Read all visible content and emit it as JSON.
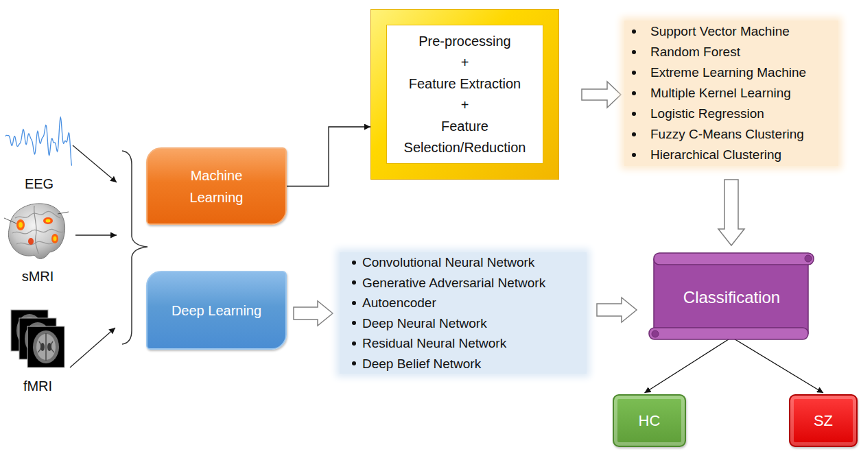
{
  "diagram": {
    "nodes": [
      {
        "text": [
          "Machine Learning"
        ]
      },
      {
        "text": [
          "Pre-processing",
          "+",
          "Feature Extraction",
          "+",
          "Feature Selection/Reduction"
        ]
      },
      {
        "text": [
          "Support Vector Machine",
          "Random Forest",
          "Extreme Learning Machine",
          "Multiple Kernel Learning",
          "Logistic Regression",
          "Fuzzy C-Means Clustering",
          "Hierarchical Clustering"
        ]
      },
      {
        "text": [
          "Deep Learning"
        ]
      },
      {
        "text": [
          "Convolutional Neural Network",
          "Generative Adversarial Network",
          "Autoencoder",
          "Deep Neural Network",
          "Residual Neural Network",
          "Deep Belief Network"
        ]
      },
      {
        "text": [
          "Classification"
        ]
      },
      {
        "text": [
          "HC"
        ]
      },
      {
        "text": [
          "SZ"
        ]
      }
    ],
    "edges": [
      {
        "from": 0,
        "to": 1,
        "arrow": "to"
      },
      {
        "from": 1,
        "to": 2,
        "arrow": "to"
      },
      {
        "from": 2,
        "to": 5,
        "arrow": "to"
      },
      {
        "from": 3,
        "to": 4,
        "arrow": "to"
      },
      {
        "from": 4,
        "to": 5,
        "arrow": "to"
      },
      {
        "from": 5,
        "to": 6,
        "arrow": "to"
      },
      {
        "from": 5,
        "to": 7,
        "arrow": "to"
      }
    ],
    "labels": [
      "EEG",
      "sMRI",
      "fMRI"
    ]
  }
}
